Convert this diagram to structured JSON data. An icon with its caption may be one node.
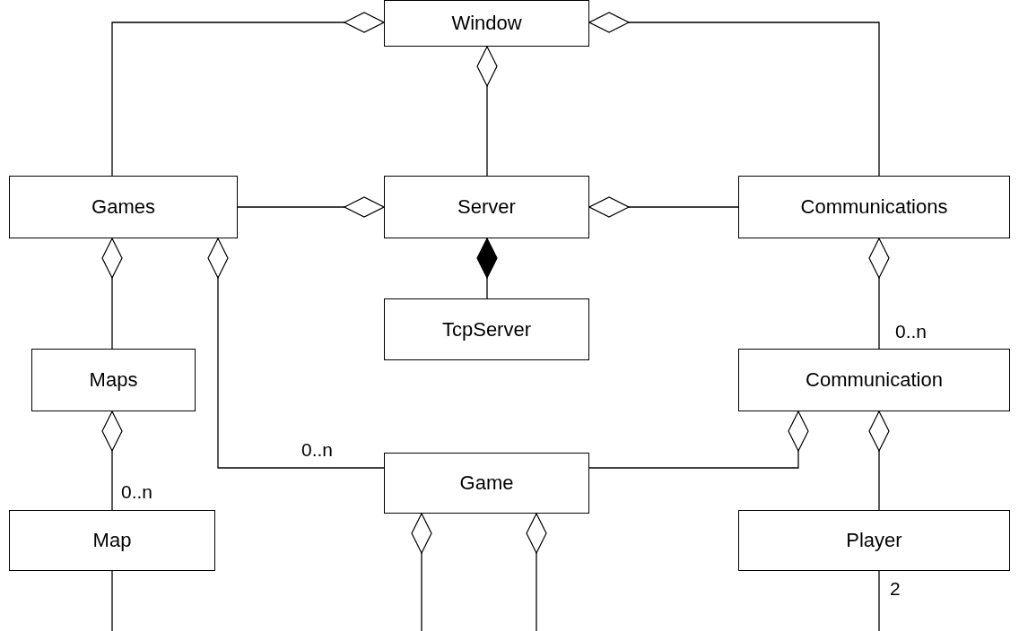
{
  "diagram": {
    "nodes": [
      {
        "text": [
          "Window"
        ]
      },
      {
        "text": [
          "Games"
        ]
      },
      {
        "text": [
          "Server"
        ]
      },
      {
        "text": [
          "Communications"
        ]
      },
      {
        "text": [
          "TcpServer"
        ]
      },
      {
        "text": [
          "Maps"
        ]
      },
      {
        "text": [
          "Communication"
        ]
      },
      {
        "text": [
          "Game"
        ]
      },
      {
        "text": [
          "Map"
        ]
      },
      {
        "text": [
          "Player"
        ]
      }
    ],
    "edges": [
      {
        "from": 1,
        "to": 0,
        "arrow": "other"
      },
      {
        "from": 3,
        "to": 0,
        "arrow": "other"
      },
      {
        "from": 2,
        "to": 0,
        "arrow": "other"
      },
      {
        "from": 1,
        "to": 2,
        "arrow": "other"
      },
      {
        "from": 3,
        "to": 2,
        "arrow": "other"
      },
      {
        "from": 4,
        "to": 2,
        "arrow": "other"
      },
      {
        "from": 6,
        "to": 3,
        "arrow": "other",
        "label": "0..n"
      },
      {
        "from": 5,
        "to": 1,
        "arrow": "other"
      },
      {
        "from": 7,
        "to": 1,
        "arrow": "other",
        "label": "0..n"
      },
      {
        "from": 7,
        "to": 6,
        "arrow": "other"
      },
      {
        "from": 9,
        "to": 6,
        "arrow": "other"
      },
      {
        "from": 8,
        "to": 5,
        "arrow": "other",
        "label": "0..n"
      },
      {
        "from": 8,
        "to": null,
        "arrow": "none"
      },
      {
        "from": null,
        "to": 7,
        "arrow": "other"
      },
      {
        "from": null,
        "to": 7,
        "arrow": "other"
      },
      {
        "from": 9,
        "to": null,
        "arrow": "none",
        "label": "2"
      }
    ]
  }
}
